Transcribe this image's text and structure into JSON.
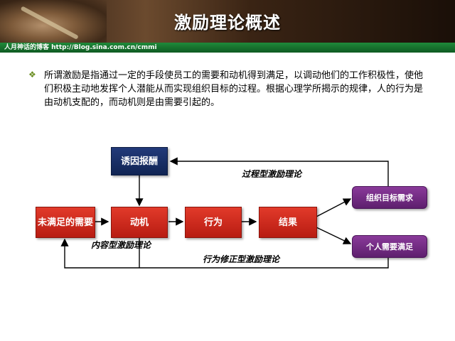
{
  "header": {
    "title": "激励理论概述",
    "blog_text": "人月神话的博客 http://Blog.sina.com.cn/cmmi"
  },
  "intro": {
    "bullet_icon": "diamond-bullet-icon",
    "text": "所谓激励是指通过一定的手段使员工的需要和动机得到满足，以调动他们的工作积极性，使他们积极主动地发挥个人潜能从而实现组织目标的过程。根据心理学所揭示的规律，人的行为是由动机支配的，而动机则是由需要引起的。"
  },
  "diagram": {
    "nodes": {
      "unmet_needs": "未满足的需要",
      "incentive": "诱因报酬",
      "motivation": "动机",
      "behavior": "行为",
      "result": "结果",
      "org_goal": "组织目标需求",
      "personal_need": "个人需要满足"
    },
    "labels": {
      "process": "过程型激励理论",
      "content": "内容型激励理论",
      "reinforcement": "行为修正型激励理论"
    },
    "colors": {
      "red": "#d42a1c",
      "navy": "#1a2f66",
      "purple": "#73288a"
    }
  }
}
